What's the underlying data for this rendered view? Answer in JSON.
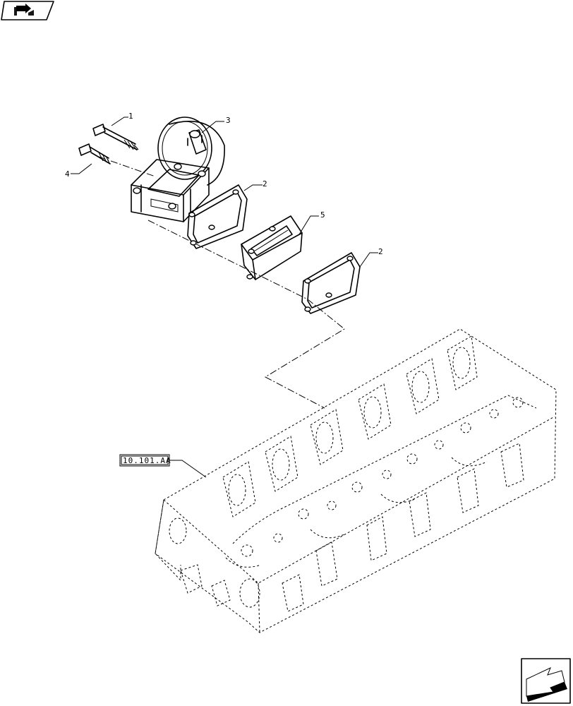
{
  "nav": {
    "prev_icon": "back-arrow-icon",
    "next_icon": "forward-arrow-icon"
  },
  "callouts": [
    {
      "id": "c1",
      "text": "1"
    },
    {
      "id": "c2a",
      "text": "2"
    },
    {
      "id": "c2b",
      "text": "2"
    },
    {
      "id": "c3",
      "text": "3"
    },
    {
      "id": "c4",
      "text": "4"
    },
    {
      "id": "c5",
      "text": "5"
    }
  ],
  "reference": {
    "label": "10.101.AA"
  }
}
